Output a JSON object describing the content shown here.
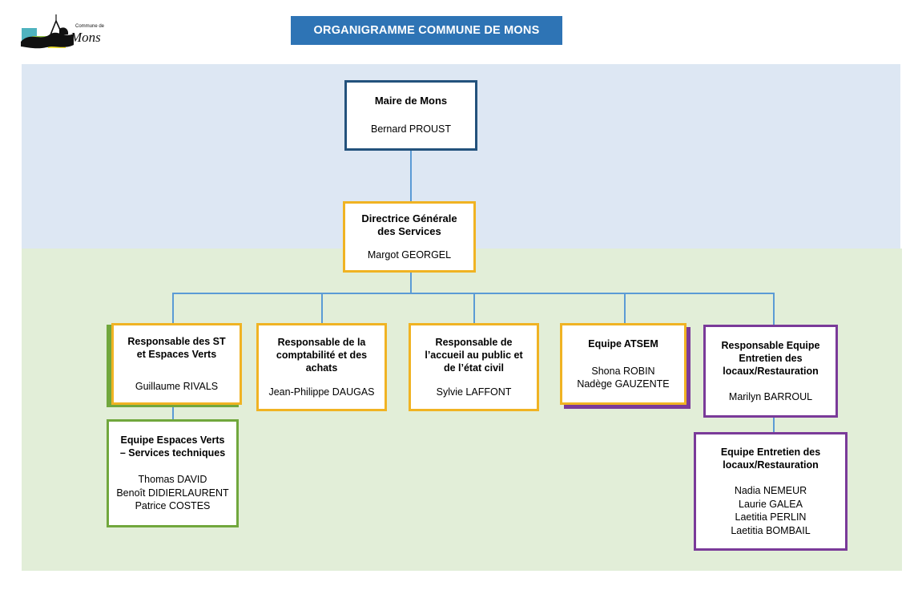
{
  "header": {
    "title": "ORGANIGRAMME COMMUNE DE MONS",
    "logo_line1": "Commune de",
    "logo_line2": "Mons",
    "banner_color": "#2e74b5"
  },
  "palette": {
    "band_blue": "#dde7f3",
    "band_green": "#e2eed8",
    "connector": "#5b9bd5",
    "navy": "#23527c",
    "gold": "#f0b323",
    "green": "#71a73d",
    "purple": "#7a3a99"
  },
  "chart_data": {
    "type": "diagram",
    "title": "ORGANIGRAMME COMMUNE DE MONS",
    "nodes": [
      {
        "id": "maire",
        "role": "Maire de Mons",
        "people": [
          "Bernard PROUST"
        ],
        "border": "#23527c",
        "level": 0
      },
      {
        "id": "dgs",
        "role": "Directrice Générale\ndes Services",
        "people": [
          "Margot GEORGEL"
        ],
        "border": "#f0b323",
        "level": 1
      },
      {
        "id": "resp-st",
        "role": "Responsable des ST\net Espaces Verts",
        "people": [
          "Guillaume RIVALS"
        ],
        "border": "#f0b323",
        "accent": "#71a73d",
        "level": 2
      },
      {
        "id": "resp-compta",
        "role": "Responsable de la\ncomptabilité et des\nachats",
        "people": [
          "Jean-Philippe DAUGAS"
        ],
        "border": "#f0b323",
        "level": 2
      },
      {
        "id": "resp-accueil",
        "role": "Responsable de\nl’accueil au public et\nde l’état civil",
        "people": [
          "Sylvie LAFFONT"
        ],
        "border": "#f0b323",
        "level": 2
      },
      {
        "id": "equipe-atsem",
        "role": "Equipe ATSEM",
        "people": [
          "Shona ROBIN",
          "Nadège GAUZENTE"
        ],
        "border": "#f0b323",
        "accent": "#7a3a99",
        "level": 2
      },
      {
        "id": "resp-entretien",
        "role": "Responsable Equipe\nEntretien des\nlocaux/Restauration",
        "people": [
          "Marilyn BARROUL"
        ],
        "border": "#7a3a99",
        "level": 2
      },
      {
        "id": "equipe-ev",
        "role": "Equipe Espaces Verts\n– Services techniques",
        "people": [
          "Thomas DAVID",
          "Benoît DIDIERLAURENT",
          "Patrice COSTES"
        ],
        "border": "#71a73d",
        "level": 3
      },
      {
        "id": "equipe-entretien",
        "role": "Equipe Entretien des\nlocaux/Restauration",
        "people": [
          "Nadia NEMEUR",
          "Laurie GALEA",
          "Laetitia PERLIN",
          "Laetitia BOMBAIL"
        ],
        "border": "#7a3a99",
        "level": 3
      }
    ],
    "edges": [
      {
        "from": "maire",
        "to": "dgs"
      },
      {
        "from": "dgs",
        "to": "resp-st"
      },
      {
        "from": "dgs",
        "to": "resp-compta"
      },
      {
        "from": "dgs",
        "to": "resp-accueil"
      },
      {
        "from": "dgs",
        "to": "equipe-atsem"
      },
      {
        "from": "dgs",
        "to": "resp-entretien"
      },
      {
        "from": "resp-st",
        "to": "equipe-ev"
      },
      {
        "from": "resp-entretien",
        "to": "equipe-entretien"
      }
    ]
  },
  "nodes": {
    "maire": {
      "role_l1": "Maire de Mons",
      "p1": "Bernard PROUST"
    },
    "dgs": {
      "role_l1": "Directrice Générale",
      "role_l2": "des Services",
      "p1": "Margot GEORGEL"
    },
    "resp_st": {
      "role_l1": "Responsable des ST",
      "role_l2": "et Espaces Verts",
      "p1": "Guillaume RIVALS"
    },
    "resp_compta": {
      "role_l1": "Responsable de la",
      "role_l2": "comptabilité et des",
      "role_l3": "achats",
      "p1": "Jean-Philippe DAUGAS"
    },
    "resp_accueil": {
      "role_l1": "Responsable de",
      "role_l2": "l’accueil au public et",
      "role_l3": "de l’état civil",
      "p1": "Sylvie LAFFONT"
    },
    "equipe_atsem": {
      "role_l1": "Equipe ATSEM",
      "p1": "Shona ROBIN",
      "p2": "Nadège GAUZENTE"
    },
    "resp_entretien": {
      "role_l1": "Responsable Equipe",
      "role_l2": "Entretien des",
      "role_l3": "locaux/Restauration",
      "p1": "Marilyn BARROUL"
    },
    "equipe_ev": {
      "role_l1": "Equipe Espaces Verts",
      "role_l2": "– Services techniques",
      "p1": "Thomas DAVID",
      "p2": "Benoît DIDIERLAURENT",
      "p3": "Patrice COSTES"
    },
    "equipe_entretien": {
      "role_l1": "Equipe Entretien des",
      "role_l2": "locaux/Restauration",
      "p1": "Nadia NEMEUR",
      "p2": "Laurie GALEA",
      "p3": "Laetitia PERLIN",
      "p4": "Laetitia BOMBAIL"
    }
  }
}
